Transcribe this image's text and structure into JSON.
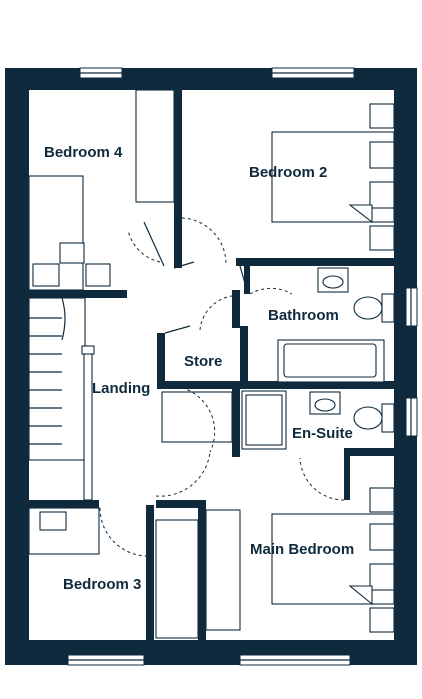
{
  "rooms": {
    "bedroom_4": "Bedroom 4",
    "bedroom_2": "Bedroom 2",
    "bathroom": "Bathroom",
    "store": "Store",
    "landing": "Landing",
    "en_suite": "En-Suite",
    "main_bedroom": "Main Bedroom",
    "bedroom_3": "Bedroom 3"
  },
  "colors": {
    "wall": "#0f2a3c",
    "background": "#ffffff"
  }
}
